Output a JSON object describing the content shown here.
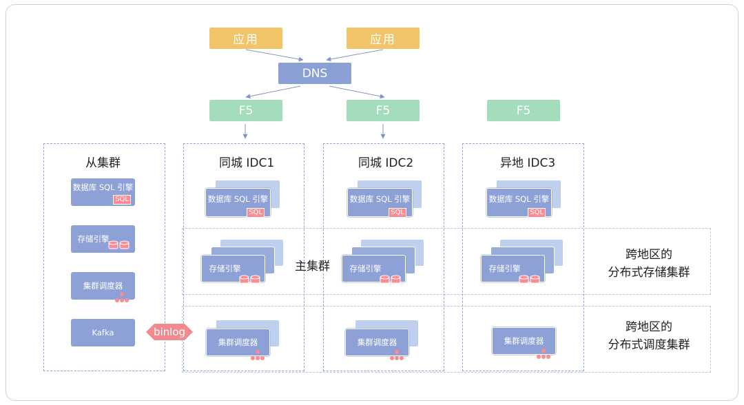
{
  "apps": [
    "应用",
    "应用"
  ],
  "dns": "DNS",
  "f5": [
    "F5",
    "F5",
    "F5"
  ],
  "slave": {
    "title": "从集群",
    "sql_engine": "数据库 SQL 引擎",
    "sql_tag": "SQL",
    "storage": "存储引擎",
    "scheduler": "集群调度器",
    "kafka": "Kafka"
  },
  "binlog": "binlog",
  "idcs": [
    {
      "title": "同城 IDC1",
      "sql_engine": "数据库 SQL 引擎",
      "sql_tag": "SQL",
      "storage": "存储引擎",
      "scheduler": "集群调度器"
    },
    {
      "title": "同城 IDC2",
      "sql_engine": "数据库 SQL 引擎",
      "sql_tag": "SQL",
      "storage": "存储引擎",
      "scheduler": "集群调度器"
    },
    {
      "title": "异地 IDC3",
      "sql_engine": "数据库 SQL 引擎",
      "sql_tag": "SQL",
      "storage": "存储引擎",
      "scheduler": "集群调度器"
    }
  ],
  "main_cluster": "主集群",
  "storage_band": {
    "line1": "跨地区的",
    "line2": "分布式存储集群"
  },
  "scheduler_band": {
    "line1": "跨地区的",
    "line2": "分布式调度集群"
  },
  "colors": {
    "app": "#f2c46a",
    "dns": "#8a9fd4",
    "f5": "#a3ddbc",
    "card": "#8ea1d6",
    "tag": "#ff8a92",
    "arrow": "#7f93cc"
  },
  "icons": [
    "database-icon",
    "cluster-nodes-icon",
    "arrow-icon"
  ]
}
